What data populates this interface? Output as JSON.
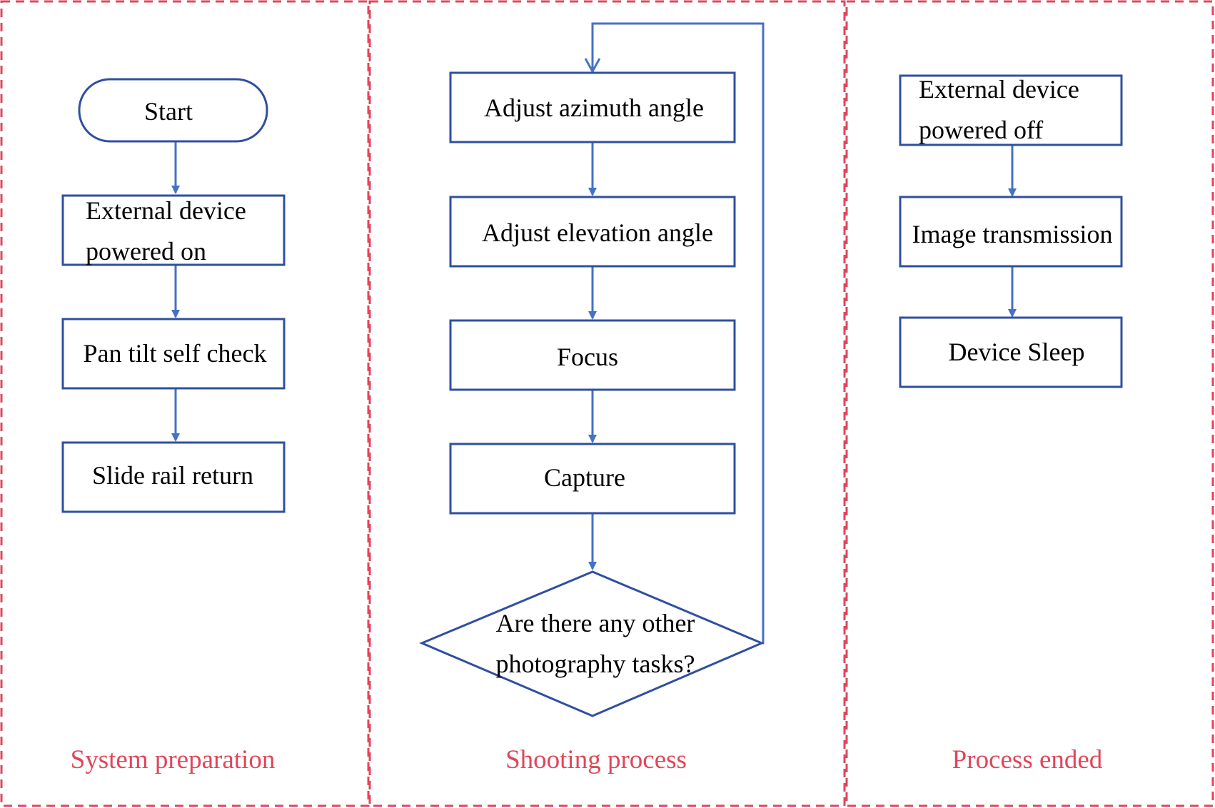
{
  "colors": {
    "lane_border": "#e0465a",
    "node_border": "#2f4fa0",
    "arrow": "#4472c4",
    "lane_label": "#e0465a",
    "text": "#000000"
  },
  "lanes": [
    {
      "label": "System preparation"
    },
    {
      "label": "Shooting process"
    },
    {
      "label": "Process ended"
    }
  ],
  "nodes": {
    "start": {
      "shape": "terminator",
      "lines": [
        "Start"
      ]
    },
    "ext_on": {
      "shape": "process",
      "lines": [
        "External device",
        "powered on"
      ]
    },
    "pan_tilt": {
      "shape": "process",
      "lines": [
        "Pan tilt self check"
      ]
    },
    "slide_rail": {
      "shape": "process",
      "lines": [
        "Slide rail return"
      ]
    },
    "azimuth": {
      "shape": "process",
      "lines": [
        "Adjust azimuth angle"
      ]
    },
    "elevation": {
      "shape": "process",
      "lines": [
        "Adjust elevation angle"
      ]
    },
    "focus": {
      "shape": "process",
      "lines": [
        "Focus"
      ]
    },
    "capture": {
      "shape": "process",
      "lines": [
        "Capture"
      ]
    },
    "decision": {
      "shape": "decision",
      "lines": [
        "Are there any other",
        "photography tasks?"
      ]
    },
    "ext_off": {
      "shape": "process",
      "lines": [
        "External device",
        "powered off"
      ]
    },
    "image_tx": {
      "shape": "process",
      "lines": [
        "Image transmission"
      ]
    },
    "sleep": {
      "shape": "process",
      "lines": [
        "Device Sleep"
      ]
    }
  },
  "edges": [
    {
      "from": "start",
      "to": "ext_on"
    },
    {
      "from": "ext_on",
      "to": "pan_tilt"
    },
    {
      "from": "pan_tilt",
      "to": "slide_rail"
    },
    {
      "from": "azimuth",
      "to": "elevation"
    },
    {
      "from": "elevation",
      "to": "focus"
    },
    {
      "from": "focus",
      "to": "capture"
    },
    {
      "from": "capture",
      "to": "decision"
    },
    {
      "from": "decision",
      "to": "azimuth",
      "label": ""
    },
    {
      "from": "ext_off",
      "to": "image_tx"
    },
    {
      "from": "image_tx",
      "to": "sleep"
    }
  ]
}
